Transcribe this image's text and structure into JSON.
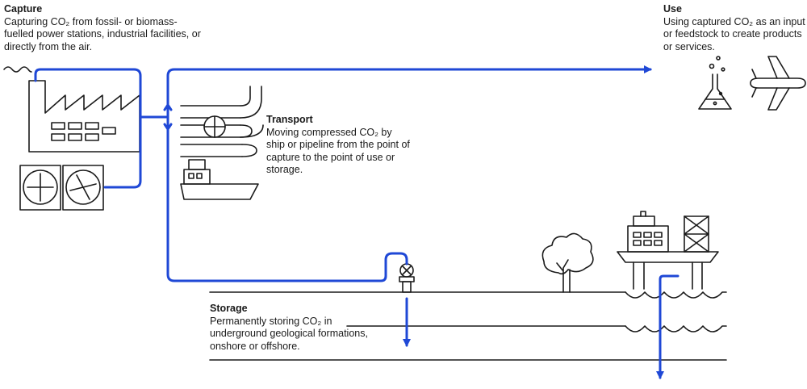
{
  "capture": {
    "heading": "Capture",
    "body": "Capturing CO₂ from fossil- or biomass-fuelled power stations, industrial facilities, or directly from the air."
  },
  "use": {
    "heading": "Use",
    "body": "Using captured CO₂ as an input or feedstock to create products or services."
  },
  "transport": {
    "heading": "Transport",
    "body": "Moving compressed CO₂ by ship or pipeline from the point of capture to the point of use or storage."
  },
  "storage": {
    "heading": "Storage",
    "body": "Permanently storing CO₂ in underground geological formations, onshore or offshore."
  },
  "icons": [
    "factory-icon",
    "direct-air-capture-fans-icon",
    "pipeline-icon",
    "ship-icon",
    "flask-icon",
    "airplane-icon",
    "tree-icon",
    "wellhead-icon",
    "offshore-platform-icon",
    "waves-icon"
  ],
  "colors": {
    "flow": "#1f48d6",
    "line": "#1a1a1a"
  }
}
